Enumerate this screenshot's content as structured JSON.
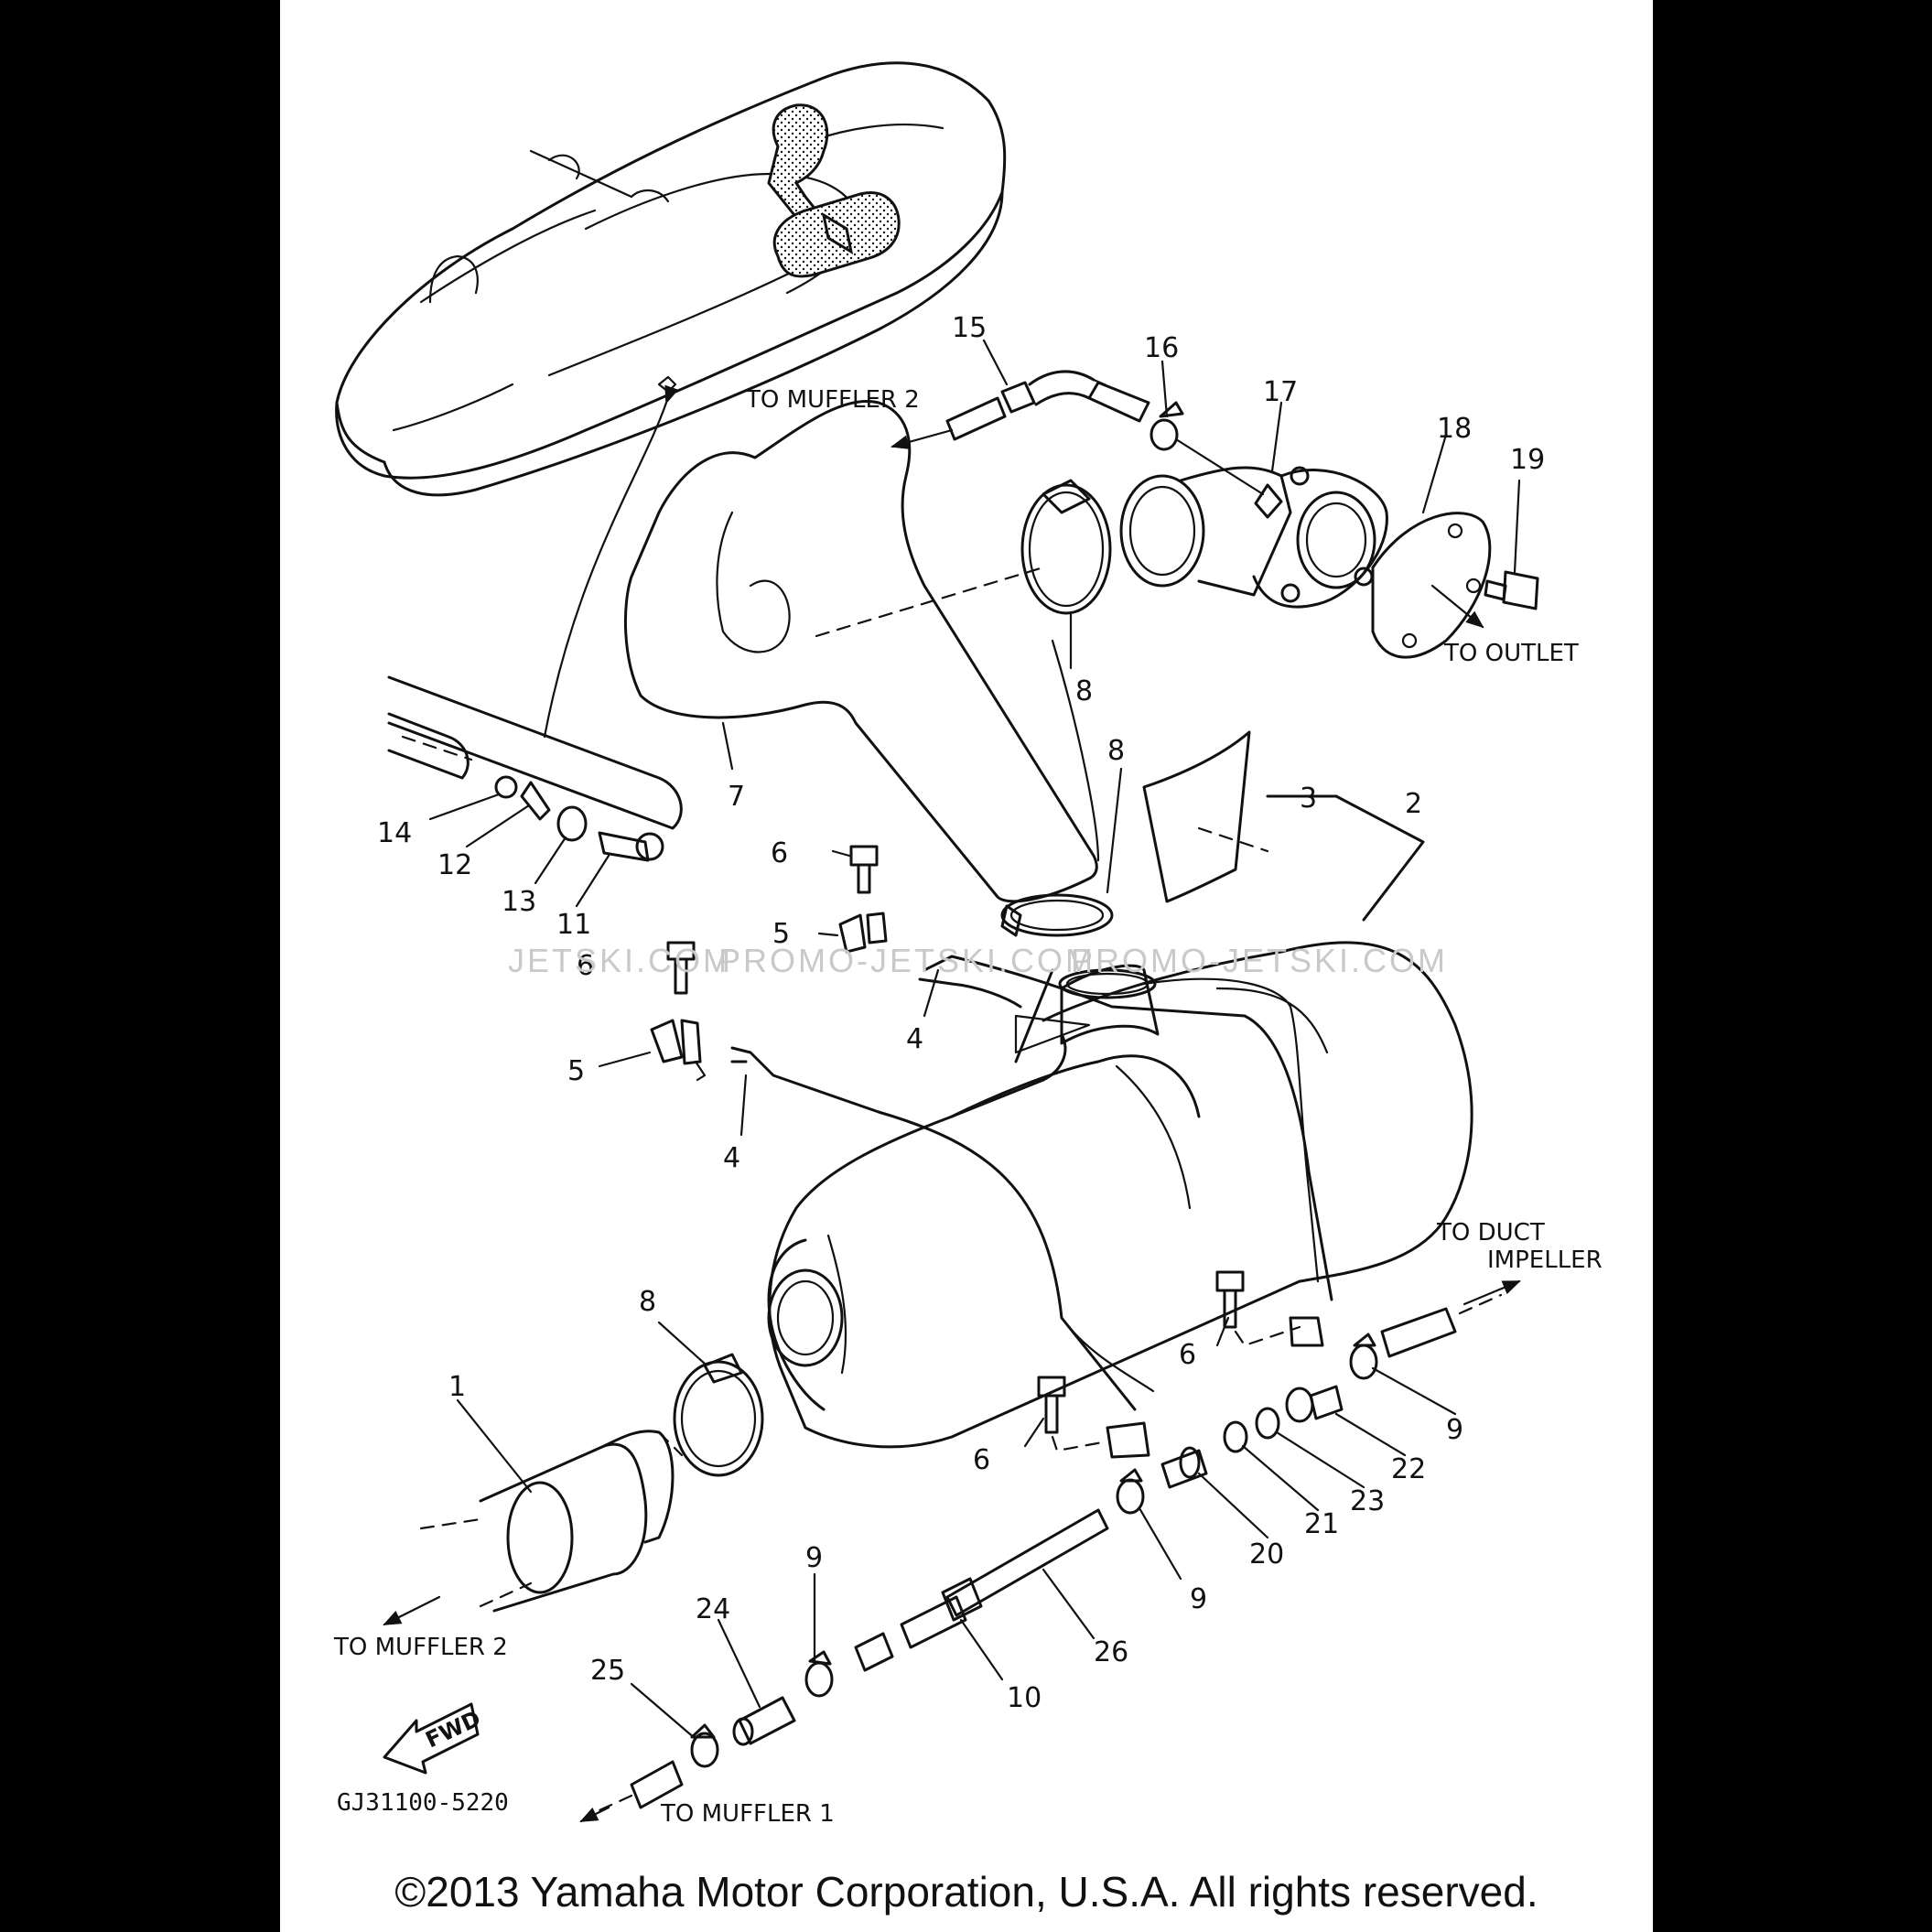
{
  "diagram": {
    "figure_code": "GJ31100-5220",
    "copyright": "©2013 Yamaha Motor Corporation, U.S.A. All rights reserved.",
    "watermarks": [
      "JETSKI.COM",
      "PROMO-JETSKI.COM",
      "PROMO-JETSKI.COM"
    ],
    "direction_badge": "FWD",
    "annotations": {
      "to_muffler_2_top": "TO MUFFLER 2",
      "to_outlet": "TO OUTLET",
      "to_duct_line1": "TO DUCT",
      "to_duct_line2": "IMPELLER",
      "to_muffler_2_bottom": "TO MUFFLER 2",
      "to_muffler_1": "TO MUFFLER 1"
    },
    "callouts": {
      "c1": "1",
      "c2": "2",
      "c3": "3",
      "c4a": "4",
      "c4b": "4",
      "c5a": "5",
      "c5b": "5",
      "c6a": "6",
      "c6b": "6",
      "c6c": "6",
      "c6d": "6",
      "c7": "7",
      "c8a": "8",
      "c8b": "8",
      "c8c": "8",
      "c9a": "9",
      "c9b": "9",
      "c9c": "9",
      "c10": "10",
      "c11": "11",
      "c12": "12",
      "c13": "13",
      "c14": "14",
      "c15": "15",
      "c16": "16",
      "c17": "17",
      "c18": "18",
      "c19": "19",
      "c20": "20",
      "c21": "21",
      "c22": "22",
      "c23": "23",
      "c24": "24",
      "c25": "25",
      "c26": "26"
    }
  }
}
